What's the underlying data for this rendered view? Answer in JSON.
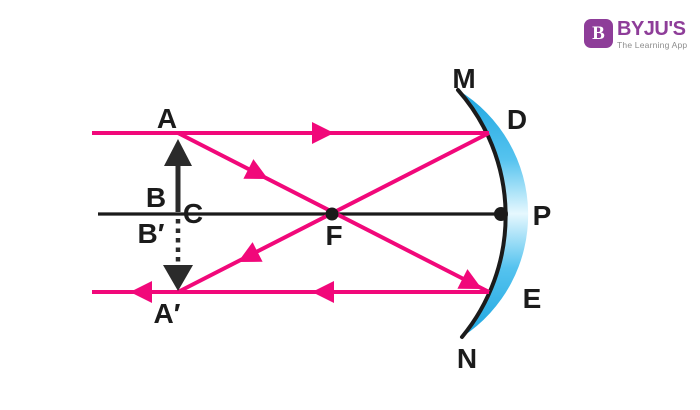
{
  "page": {
    "background": "#ffffff",
    "description": "Ray diagram of image formation by a concave mirror: object AB at centre of curvature C forms real inverted image A'B' at the same point"
  },
  "logo": {
    "icon_letter": "B",
    "brand": "BYJU'S",
    "tagline": "The Learning App",
    "brand_color": "#8E3D99",
    "tagline_color": "#8C8C8C"
  },
  "diagram": {
    "type": "concave-mirror-ray-diagram",
    "colors": {
      "ray_pink": "#F1087A",
      "line_black": "#1B1B1B",
      "mirror_deep_blue": "#1EA6E0",
      "mirror_light_blue": "#E6F8FE"
    },
    "labels": {
      "object_tip": "A",
      "object_base": "B",
      "curvature_centre": "C",
      "image_base": "B′",
      "image_tip": "A′",
      "focus": "F",
      "mirror_top": "M",
      "mirror_upper_point": "D",
      "pole": "P",
      "mirror_lower_point": "E",
      "mirror_bottom": "N"
    }
  }
}
